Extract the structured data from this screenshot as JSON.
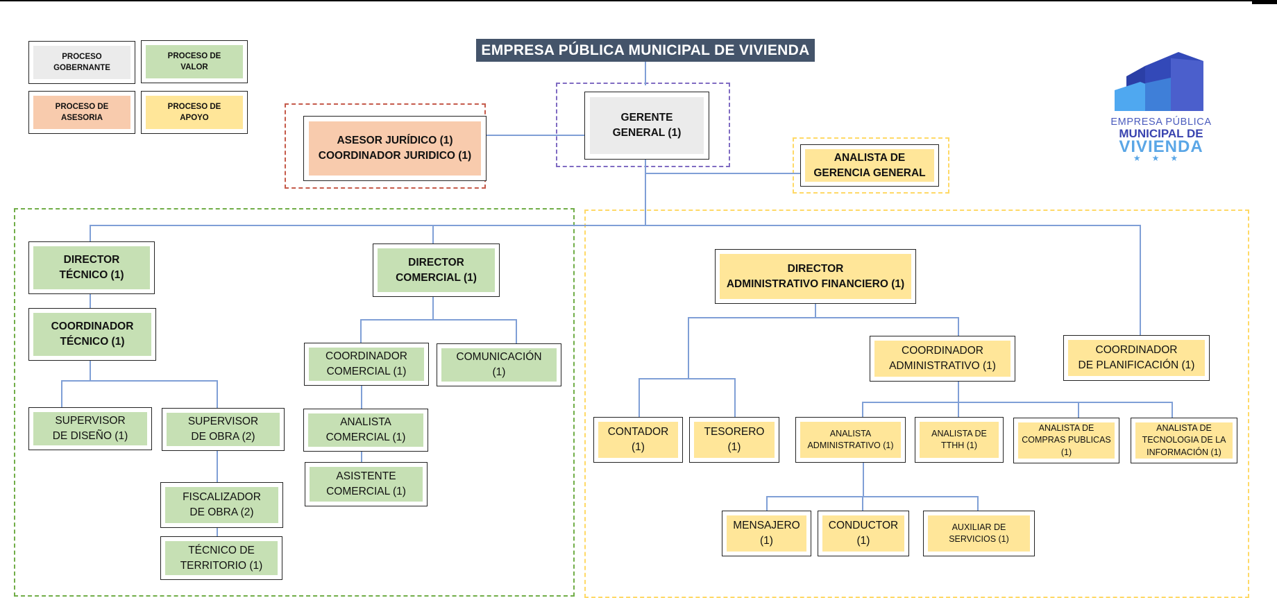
{
  "title": "EMPRESA PÚBLICA MUNICIPAL DE VIVIENDA",
  "legend": {
    "gobernante": [
      "PROCESO",
      "GOBERNANTE"
    ],
    "valor": [
      "PROCESO DE",
      "VALOR"
    ],
    "asesoria": [
      "PROCESO DE",
      "ASESORIA"
    ],
    "apoyo": [
      "PROCESO DE",
      "APOYO"
    ]
  },
  "logo": {
    "line1": "EMPRESA PÚBLICA",
    "line2": "MUNICIPAL DE",
    "line3": "VIVIENDA",
    "stars": "★★★"
  },
  "colors": {
    "gobernante": "#ebebeb",
    "valor": "#c6e0b4",
    "asesoria": "#f8cbad",
    "apoyo": "#ffe699",
    "title_bg": "#44546a",
    "connector": "#7f9fd6"
  },
  "nodes": {
    "gerente": [
      "GERENTE",
      "GENERAL (1)"
    ],
    "asesor": [
      "ASESOR JURÍDICO (1)",
      "COORDINADOR JURIDICO (1)"
    ],
    "analista_gerencia": [
      "ANALISTA DE",
      "GERENCIA GENERAL"
    ],
    "dir_tecnico": [
      "DIRECTOR",
      "TÉCNICO (1)"
    ],
    "coord_tecnico": [
      "COORDINADOR",
      "TÉCNICO (1)"
    ],
    "sup_diseno": [
      "SUPERVISOR",
      "DE DISEÑO (1)"
    ],
    "sup_obra": [
      "SUPERVISOR",
      "DE OBRA (2)"
    ],
    "fisc_obra": [
      "FISCALIZADOR",
      "DE OBRA (2)"
    ],
    "tec_territorio": [
      "TÉCNICO DE",
      "TERRITORIO (1)"
    ],
    "dir_comercial": [
      "DIRECTOR",
      "COMERCIAL (1)"
    ],
    "coord_comercial": [
      "COORDINADOR",
      "COMERCIAL (1)"
    ],
    "comunicacion": [
      "COMUNICACIÓN",
      "(1)"
    ],
    "analista_comercial": [
      "ANALISTA",
      "COMERCIAL (1)"
    ],
    "asistente_comercial": [
      "ASISTENTE",
      "COMERCIAL (1)"
    ],
    "dir_admin": [
      "DIRECTOR",
      "ADMINISTRATIVO FINANCIERO (1)"
    ],
    "coord_admin": [
      "COORDINADOR",
      "ADMINISTRATIVO (1)"
    ],
    "coord_planif": [
      "COORDINADOR",
      "DE PLANIFICACIÓN (1)"
    ],
    "contador": [
      "CONTADOR",
      "(1)"
    ],
    "tesorero": [
      "TESORERO",
      "(1)"
    ],
    "analista_admin": [
      "ANALISTA",
      "ADMINISTRATIVO (1)"
    ],
    "analista_tthh": [
      "ANALISTA DE",
      "TTHH  (1)"
    ],
    "analista_compras": [
      "ANALISTA DE",
      "COMPRAS PUBLICAS",
      "(1)"
    ],
    "analista_tic": [
      "ANALISTA DE",
      "TECNOLOGIA DE LA",
      "INFORMACIÓN  (1)"
    ],
    "mensajero": [
      "MENSAJERO",
      "(1)"
    ],
    "conductor": [
      "CONDUCTOR",
      "(1)"
    ],
    "auxiliar": [
      "AUXILIAR DE",
      "SERVICIOS (1)"
    ]
  }
}
